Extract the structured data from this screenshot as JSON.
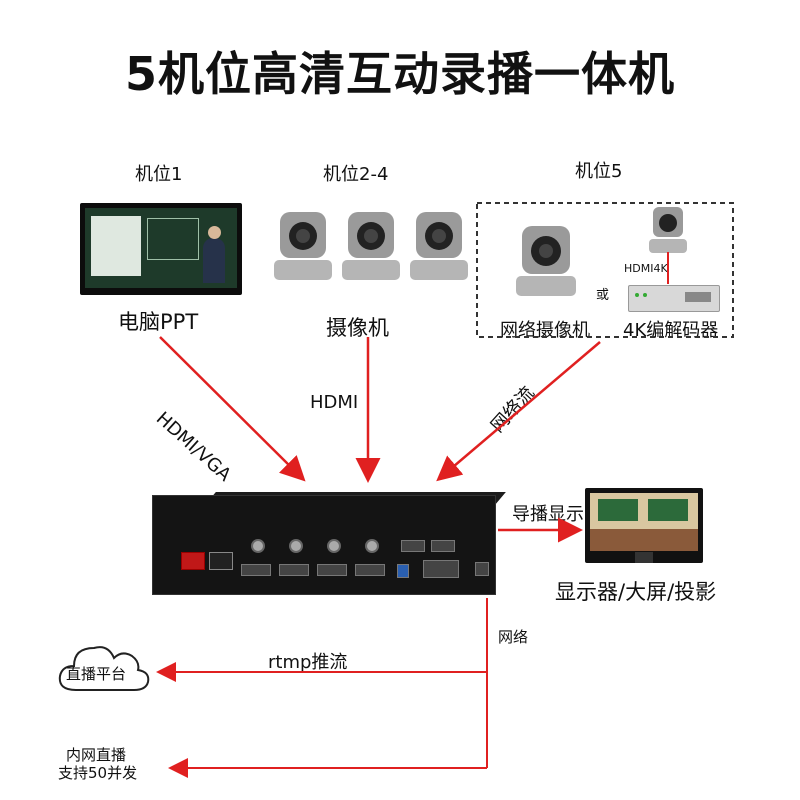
{
  "title": "5机位高清互动录播一体机",
  "sources": {
    "pos1": {
      "heading": "机位1",
      "device": "电脑PPT"
    },
    "pos24": {
      "heading": "机位2-4",
      "device": "摄像机"
    },
    "pos5": {
      "heading": "机位5",
      "left_device": "网络摄像机",
      "or_text": "或",
      "hdmi_label": "HDMI4K",
      "right_device": "4K编解码器"
    }
  },
  "links": {
    "hdmi_vga": "HDMI/VGA",
    "hdmi": "HDMI",
    "network_stream": "网络流",
    "director_display": "导播显示",
    "network": "网络",
    "rtmp": "rtmp推流"
  },
  "outputs": {
    "display": "显示器/大屏/投影",
    "live_platform": "直播平台",
    "intranet_line1": "内网直播",
    "intranet_line2": "支持50并发"
  },
  "colors": {
    "arrow": "#e02020",
    "dashed_box": "#333333",
    "device_dark": "#141414"
  }
}
